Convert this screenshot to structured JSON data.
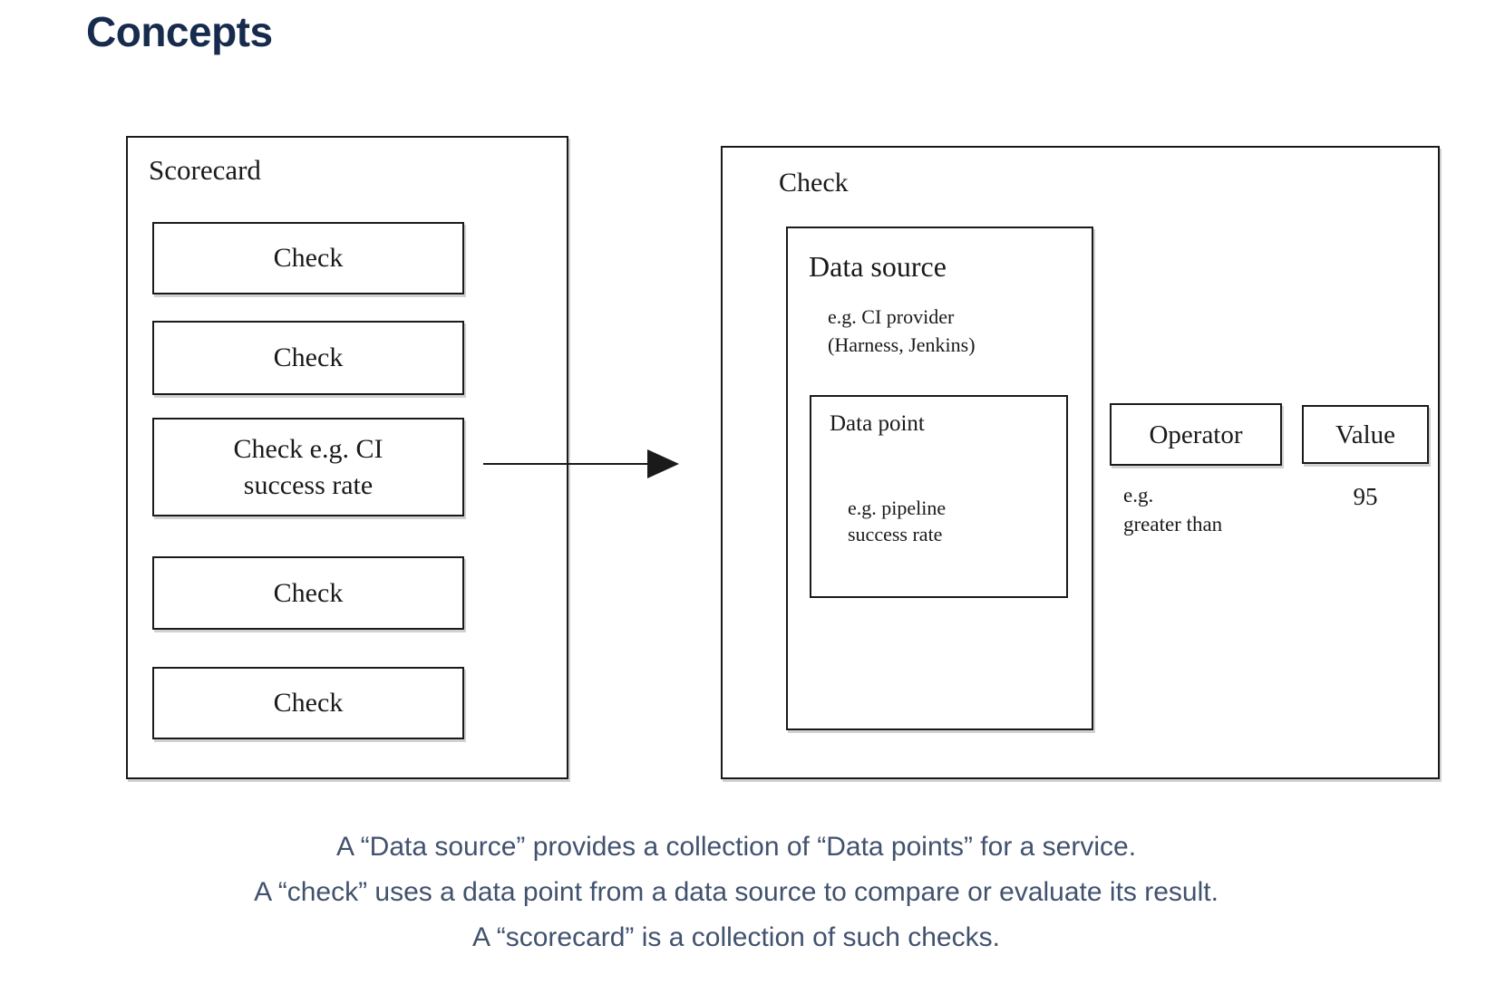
{
  "page": {
    "title": "Concepts"
  },
  "scorecard": {
    "label": "Scorecard",
    "checks": [
      {
        "label": "Check"
      },
      {
        "label": "Check"
      },
      {
        "label": "Check e.g. CI success rate"
      },
      {
        "label": "Check"
      },
      {
        "label": "Check"
      }
    ]
  },
  "check_detail": {
    "label": "Check",
    "data_source": {
      "label": "Data source",
      "example": {
        "line1": "e.g. CI provider",
        "line2": "(Harness, Jenkins)"
      },
      "data_point": {
        "label": "Data point",
        "example": {
          "line1": "e.g. pipeline",
          "line2": "success rate"
        }
      }
    },
    "operator": {
      "label": "Operator",
      "example": {
        "line1": "e.g.",
        "line2": "greater than"
      }
    },
    "value": {
      "label": "Value",
      "example": "95"
    }
  },
  "caption": {
    "line1": "A “Data source” provides a collection of “Data points” for a service.",
    "line2": "A “check” uses a data point from a data source to compare or evaluate its result.",
    "line3": "A “scorecard” is a collection of such checks."
  },
  "colors": {
    "title_text": "#172B4D",
    "caption_text": "#42526E",
    "diagram_line": "#1A1A1A"
  }
}
